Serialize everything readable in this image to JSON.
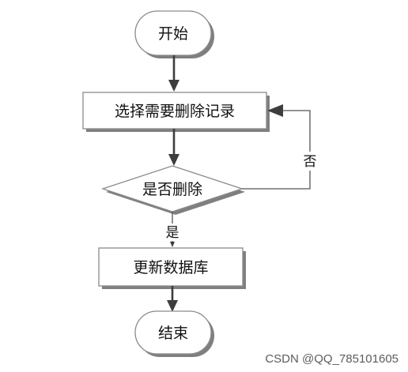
{
  "diagram": {
    "start": "开始",
    "select_step": "选择需要删除记录",
    "decision": "是否删除",
    "update_step": "更新数据库",
    "end": "结束",
    "yes_label": "是",
    "no_label": "否"
  },
  "watermark": "CSDN @QQ_785101605"
}
